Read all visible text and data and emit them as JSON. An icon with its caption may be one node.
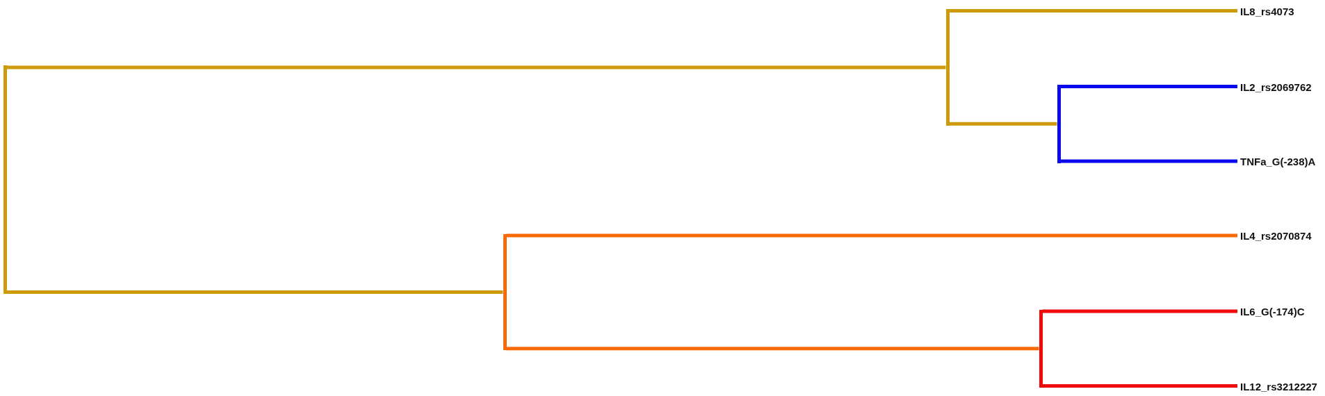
{
  "diagram": {
    "nodes": [
      {
        "text": [
          "IL8_rs4073"
        ]
      },
      {
        "text": [
          "IL2_rs2069762"
        ]
      },
      {
        "text": [
          "TNFa_G(-238)A"
        ]
      },
      {
        "text": [
          "IL4_rs2070874"
        ]
      },
      {
        "text": [
          "IL6_G(-174)C"
        ]
      },
      {
        "text": [
          "IL12_rs3212227"
        ]
      },
      {
        "text": [],
        "shape": "bar"
      },
      {
        "text": [],
        "shape": "bar"
      },
      {
        "text": [],
        "shape": "bar"
      },
      {
        "text": [],
        "shape": "bar"
      },
      {
        "text": [],
        "shape": "bar"
      }
    ],
    "edges": [
      {
        "from": 6,
        "to": 8,
        "arrow": "none"
      },
      {
        "from": 6,
        "to": 7,
        "arrow": "none"
      },
      {
        "from": 8,
        "to": 0,
        "arrow": "none"
      },
      {
        "from": 8,
        "to": 10,
        "arrow": "none"
      },
      {
        "from": 10,
        "to": 1,
        "arrow": "none",
        "color": "#0a0aee"
      },
      {
        "from": 10,
        "to": 2,
        "arrow": "none",
        "color": "#0a0aee"
      },
      {
        "from": 7,
        "to": 3,
        "arrow": "none",
        "color": "#f86a08"
      },
      {
        "from": 7,
        "to": 9,
        "arrow": "none",
        "color": "#f86a08"
      },
      {
        "from": 9,
        "to": 4,
        "arrow": "none",
        "color": "#f00a0a"
      },
      {
        "from": 9,
        "to": 5,
        "arrow": "none",
        "color": "#f00a0a"
      }
    ]
  }
}
